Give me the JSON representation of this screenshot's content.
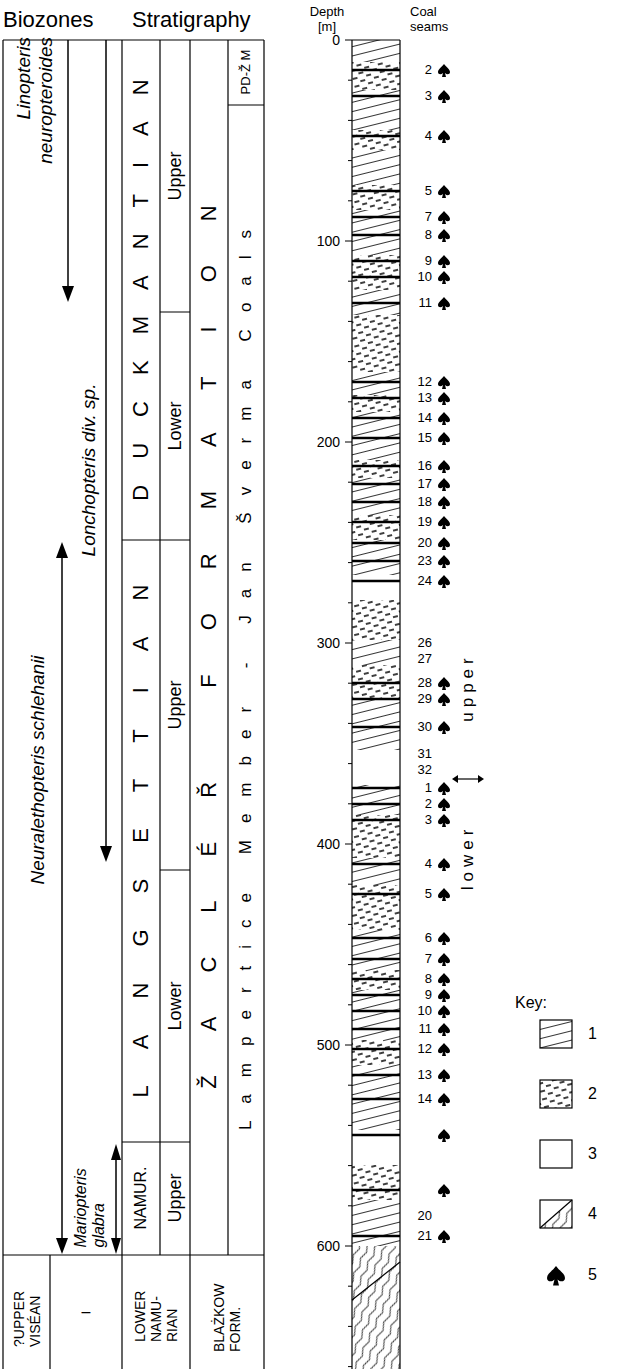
{
  "diagram": {
    "labels": [
      "Biozones",
      "Stratigraphy",
      "Linopteris neuropteroides",
      "Lonchopteris div. sp.",
      "Neuralethopteris schlehanii",
      "Mariopteris glabra",
      "DUCKMANTIAN",
      "Upper",
      "Lower",
      "LANGSETTIAN",
      "Upper",
      "Lower",
      "NAMUR.",
      "Upper",
      "ŽACLÉŘ FORMATION",
      "PD-Ž M",
      "Lampertice Member - Jan Šverma Coals",
      "?UPPER VISÉAN",
      "–",
      "LOWER NAMU- RIAN",
      "BLAŻKOW FORM.",
      "Depth [m]",
      "0",
      "100",
      "200",
      "300",
      "400",
      "500",
      "600",
      "Coal seams",
      "2",
      "3",
      "4",
      "5",
      "7",
      "8",
      "9",
      "10",
      "11",
      "12",
      "13",
      "14",
      "15",
      "16",
      "17",
      "18",
      "19",
      "20",
      "23",
      "24",
      "26",
      "27",
      "28",
      "29",
      "30",
      "31",
      "32",
      "1",
      "2",
      "3",
      "4",
      "5",
      "6",
      "7",
      "8",
      "9",
      "10",
      "11",
      "12",
      "13",
      "14",
      "20",
      "21",
      "upper",
      "lower",
      "Key:"
    ],
    "legend": [
      {
        "text": "1"
      },
      {
        "text": "2"
      },
      {
        "text": "3"
      },
      {
        "text": "4"
      },
      {
        "text": "5"
      }
    ]
  }
}
